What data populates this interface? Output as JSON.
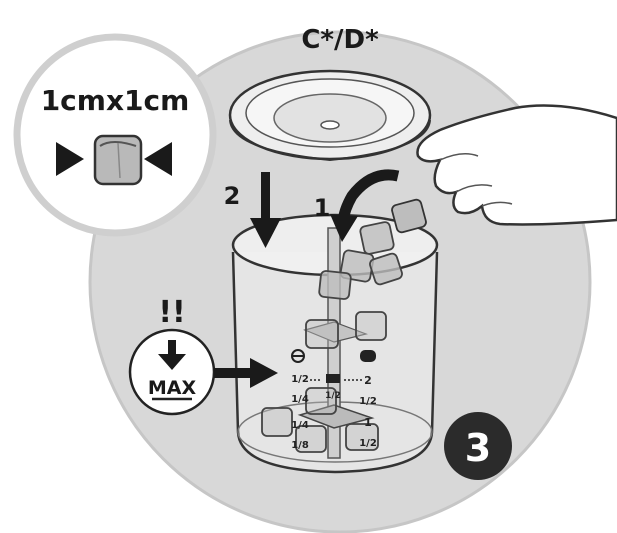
{
  "variant_label": "C*/D*",
  "cube_size_label": "1cmx1cm",
  "step_lid_label": "2",
  "step_ice_label": "1",
  "warning_marks": "!!",
  "max_label": "MAX",
  "step_number": "3",
  "scale_left": [
    "1/2",
    "1/4",
    "1/4",
    "1/8"
  ],
  "scale_mid": "1/2",
  "scale_right": [
    "2",
    "1/2",
    "1",
    "1/2"
  ],
  "colors": {
    "disc": "#d8d8d8",
    "ink": "#1a1a1a",
    "badge": "#2b2b2b",
    "badge_text": "#ffffff"
  }
}
